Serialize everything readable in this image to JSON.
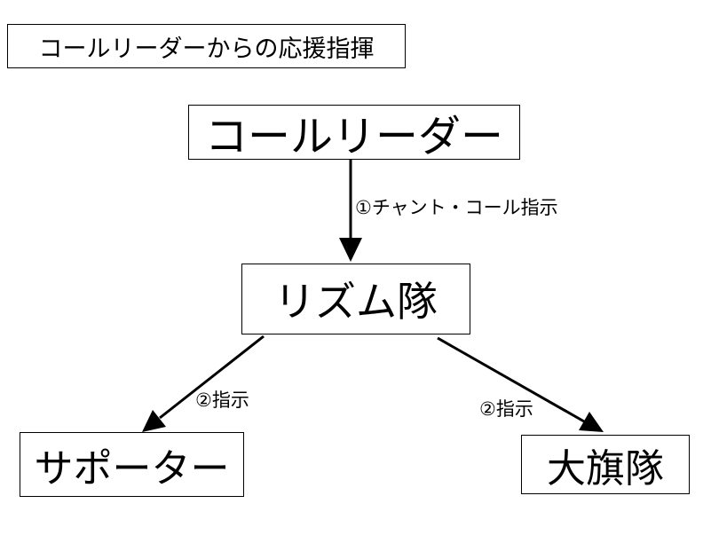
{
  "title": "コールリーダーからの応援指揮",
  "nodes": {
    "call_leader": "コールリーダー",
    "rhythm": "リズム隊",
    "supporters": "サポーター",
    "flag": "大旗隊"
  },
  "edges": [
    {
      "from": "call_leader",
      "to": "rhythm",
      "label": "①チャント・コール指示"
    },
    {
      "from": "rhythm",
      "to": "supporters",
      "label": "②指示"
    },
    {
      "from": "rhythm",
      "to": "flag",
      "label": "②指示"
    }
  ],
  "colors": {
    "line": "#000000",
    "background": "#ffffff"
  }
}
